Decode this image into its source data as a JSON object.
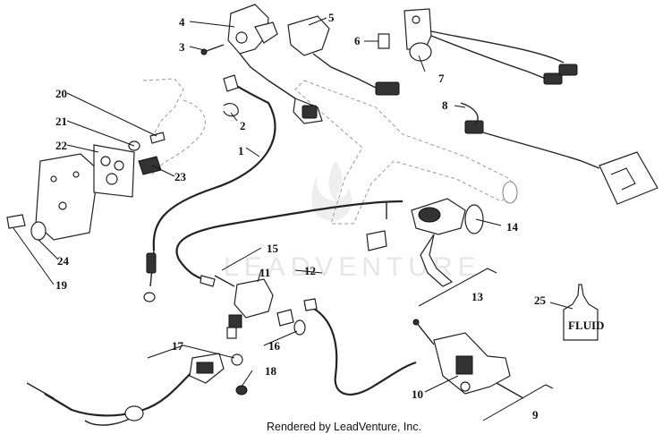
{
  "diagram": {
    "watermark": "LEADVENTURE",
    "footer": "Rendered by LeadVenture, Inc.",
    "callouts": {
      "c1": "1",
      "c2": "2",
      "c3": "3",
      "c4": "4",
      "c5": "5",
      "c6": "6",
      "c7": "7",
      "c8": "8",
      "c9": "9",
      "c10": "10",
      "c11": "11",
      "c12": "12",
      "c13": "13",
      "c14": "14",
      "c15": "15",
      "c16": "16",
      "c17": "17",
      "c18": "18",
      "c19": "19",
      "c20": "20",
      "c21": "21",
      "c22": "22",
      "c23": "23",
      "c24": "24",
      "c25": "25"
    },
    "fluid_label": "FLUID"
  }
}
